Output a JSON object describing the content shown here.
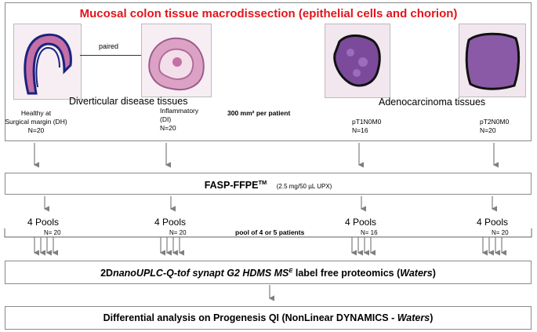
{
  "title": "Mucosal colon tissue macrodissection (epithelial cells and chorion)",
  "paired_label": "paired",
  "groups": {
    "diverticular": "Diverticular disease tissues",
    "adenocarcinoma": "Adenocarcinoma tissues"
  },
  "area_label": "300 mm² per patient",
  "samples": [
    {
      "line1": "Healthy at",
      "line2": "Surgical margin (DH)",
      "n": "N=20"
    },
    {
      "line1": "Inflammatory",
      "line2": "(DI)",
      "n": "N=20"
    },
    {
      "line1": "pT1N0M0",
      "line2": "",
      "n": "N=16"
    },
    {
      "line1": "pT2N0M0",
      "line2": "",
      "n": "N=20"
    }
  ],
  "fasp": {
    "main": "FASP-FFPE",
    "tm": "TM",
    "sub": "(2.5 mg/50 µL UPX)"
  },
  "pools": [
    {
      "label": "4 Pools",
      "n": "N= 20"
    },
    {
      "label": "4 Pools",
      "n": "N= 20"
    },
    {
      "label": "4 Pools",
      "n": "N= 16"
    },
    {
      "label": "4 Pools",
      "n": "N= 20"
    }
  ],
  "pool_note": "pool of 4 or 5 patients",
  "proteomics": {
    "prefix": "2D",
    "italic": "nanoUPLC-Q-tof synapt G2 HDMS MS",
    "sup": "E",
    "mid": " label free proteomics (",
    "vendor": "Waters",
    "end": ")"
  },
  "analysis": {
    "prefix": "Differential analysis on Progenesis QI  (NonLinear DYNAMICS - ",
    "vendor": "Waters",
    "end": ")"
  },
  "colors": {
    "title": "#e2141b",
    "tissue": "#c46fa6",
    "tumor": "#7b4a9a",
    "outline": "#1a237e",
    "box_border": "#8a8a8a",
    "arrow": "#7f7f7f"
  }
}
